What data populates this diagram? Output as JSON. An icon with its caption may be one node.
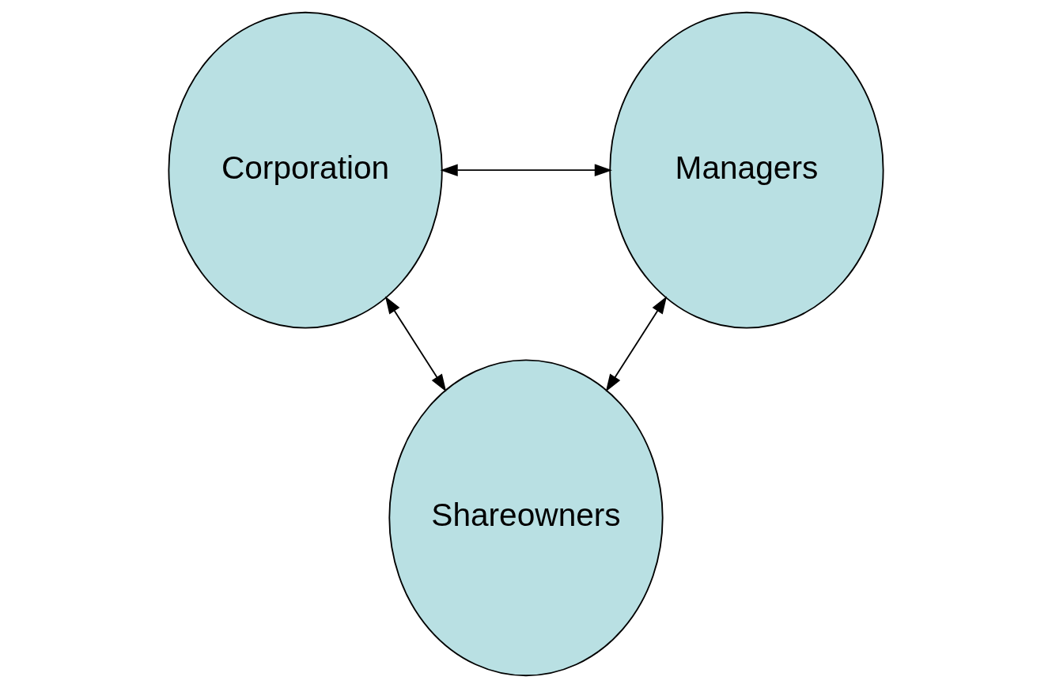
{
  "diagram": {
    "nodes": [
      {
        "text": [
          "Corporation"
        ]
      },
      {
        "text": [
          "Managers"
        ]
      },
      {
        "text": [
          "Shareowners"
        ]
      }
    ],
    "edges": [
      {
        "from": 0,
        "to": 1,
        "arrow": "both"
      },
      {
        "from": 0,
        "to": 2,
        "arrow": "both"
      },
      {
        "from": 1,
        "to": 2,
        "arrow": "both"
      }
    ]
  }
}
